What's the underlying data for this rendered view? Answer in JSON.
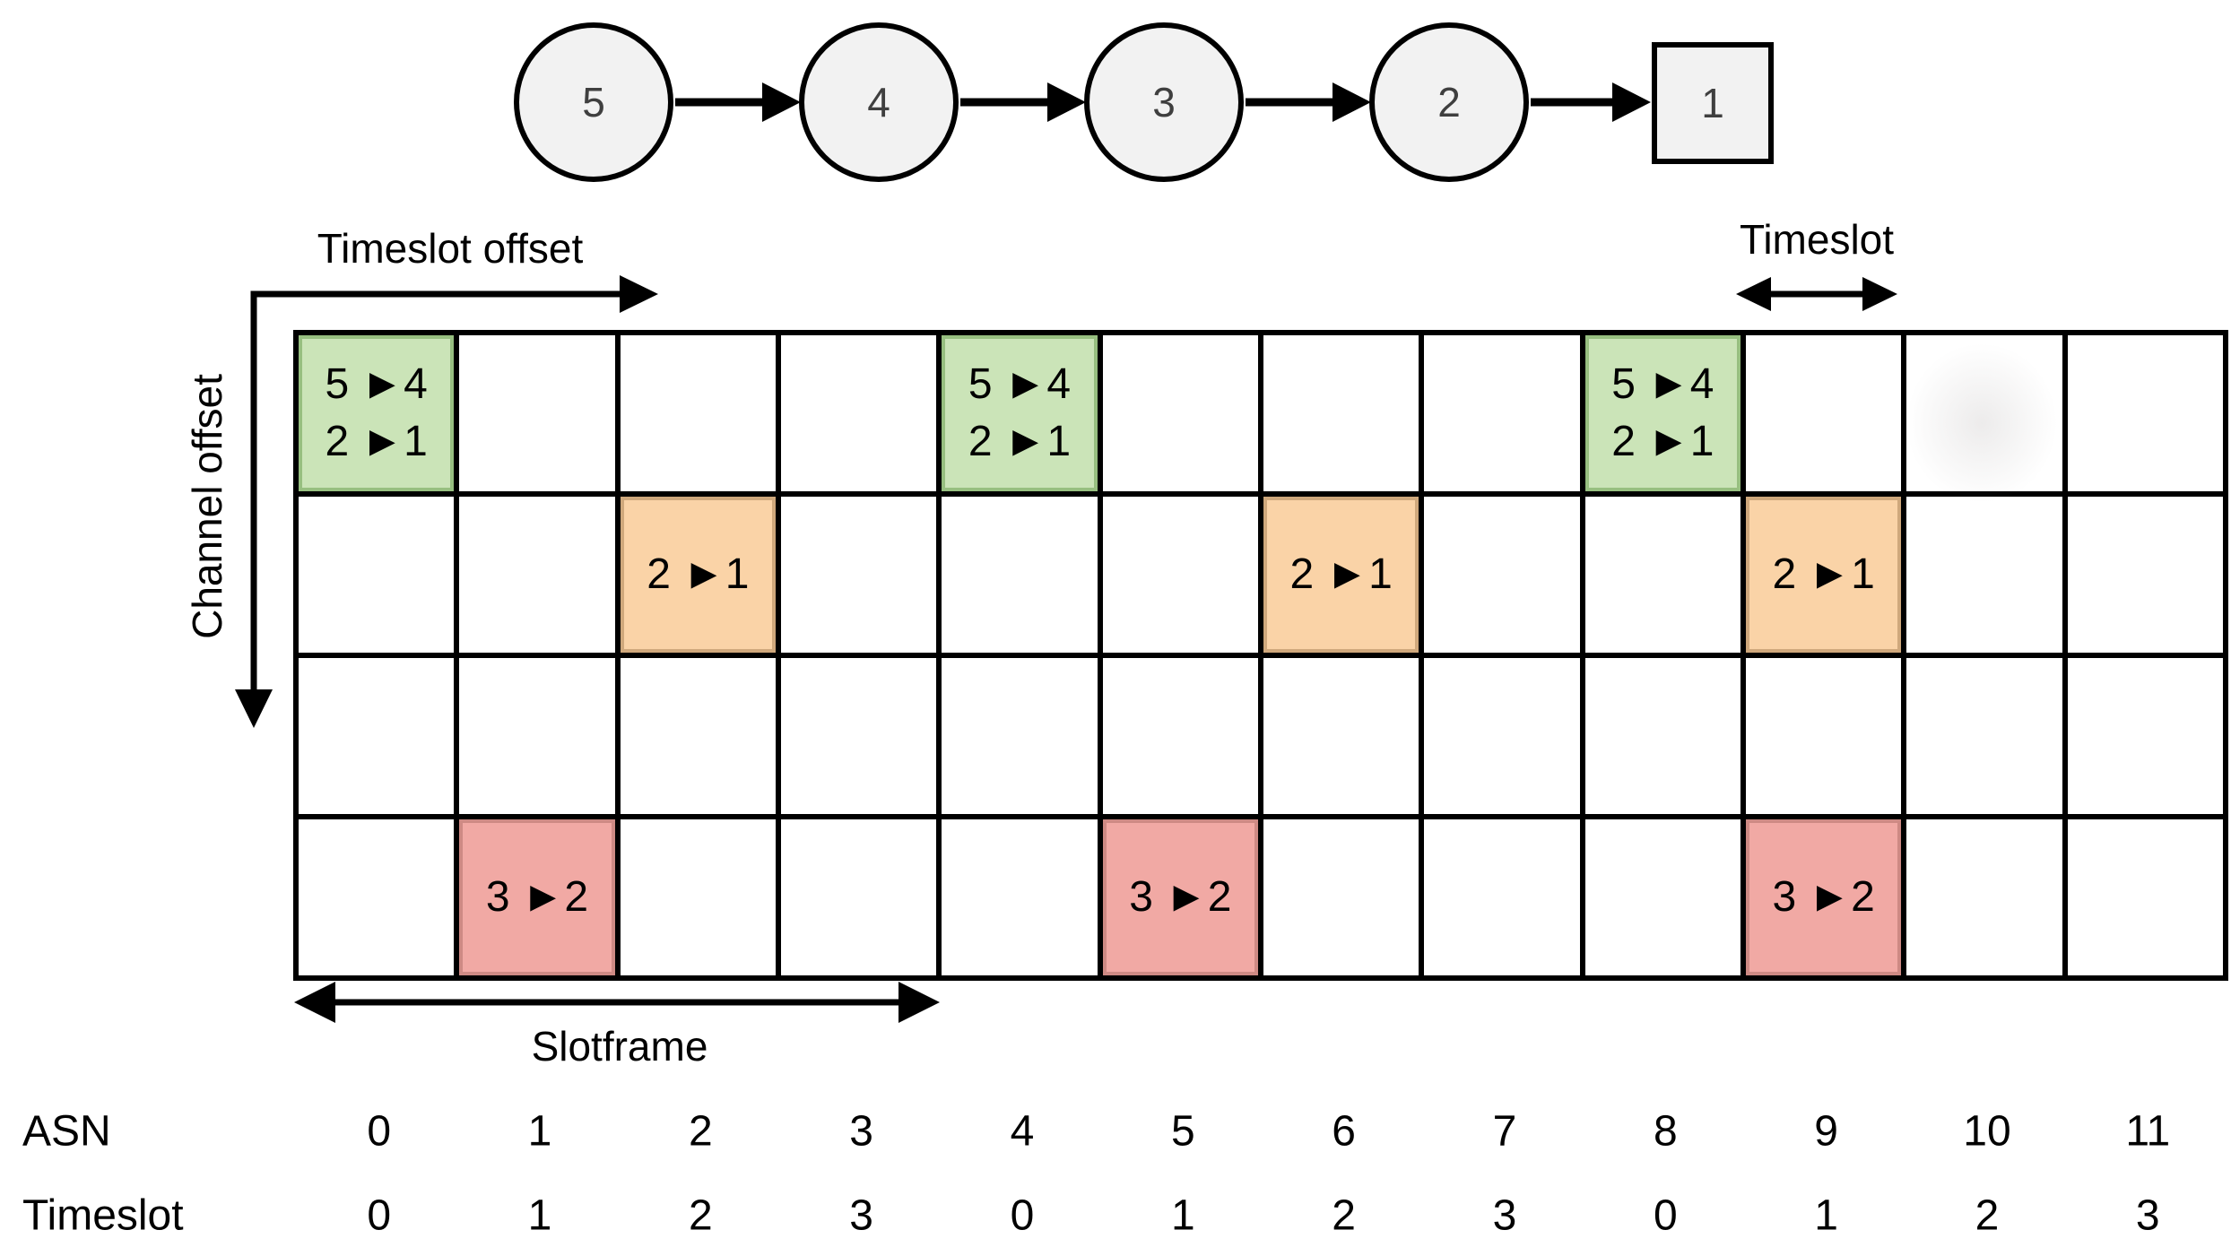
{
  "topology": {
    "nodes": [
      {
        "id": "5",
        "shape": "circle"
      },
      {
        "id": "4",
        "shape": "circle"
      },
      {
        "id": "3",
        "shape": "circle"
      },
      {
        "id": "2",
        "shape": "circle"
      },
      {
        "id": "1",
        "shape": "square"
      }
    ],
    "links": [
      "5→4",
      "4→3",
      "3→2",
      "2→1"
    ]
  },
  "labels": {
    "timeslot_offset": "Timeslot offset",
    "channel_offset": "Channel offset",
    "timeslot_top": "Timeslot",
    "slotframe": "Slotframe",
    "asn": "ASN",
    "timeslot_footer": "Timeslot"
  },
  "grid": {
    "rows": 4,
    "cols": 12,
    "cells": [
      {
        "row": 0,
        "col": 0,
        "color": "green",
        "line1": "5 ►4",
        "line2": "2 ►1"
      },
      {
        "row": 0,
        "col": 4,
        "color": "green",
        "line1": "5 ►4",
        "line2": "2 ►1"
      },
      {
        "row": 0,
        "col": 8,
        "color": "green",
        "line1": "5 ►4",
        "line2": "2 ►1"
      },
      {
        "row": 1,
        "col": 2,
        "color": "orange",
        "line1": "2 ►1"
      },
      {
        "row": 1,
        "col": 6,
        "color": "orange",
        "line1": "2 ►1"
      },
      {
        "row": 1,
        "col": 9,
        "color": "orange",
        "line1": "2 ►1"
      },
      {
        "row": 3,
        "col": 1,
        "color": "red",
        "line1": "3 ►2"
      },
      {
        "row": 3,
        "col": 5,
        "color": "red",
        "line1": "3 ►2"
      },
      {
        "row": 3,
        "col": 9,
        "color": "red",
        "line1": "3 ►2"
      }
    ]
  },
  "footer": {
    "asn_values": [
      "0",
      "1",
      "2",
      "3",
      "4",
      "5",
      "6",
      "7",
      "8",
      "9",
      "10",
      "11"
    ],
    "timeslot_values": [
      "0",
      "1",
      "2",
      "3",
      "0",
      "1",
      "2",
      "3",
      "0",
      "1",
      "2",
      "3"
    ]
  },
  "colors": {
    "cell_green": "#cbe4b8",
    "cell_green_border": "#97bf80",
    "cell_orange": "#fad3a7",
    "cell_orange_border": "#cfa87c",
    "cell_red": "#f1a9a4",
    "cell_red_border": "#ce8a84",
    "node_fill": "#f2f2f2",
    "line": "#000000"
  }
}
